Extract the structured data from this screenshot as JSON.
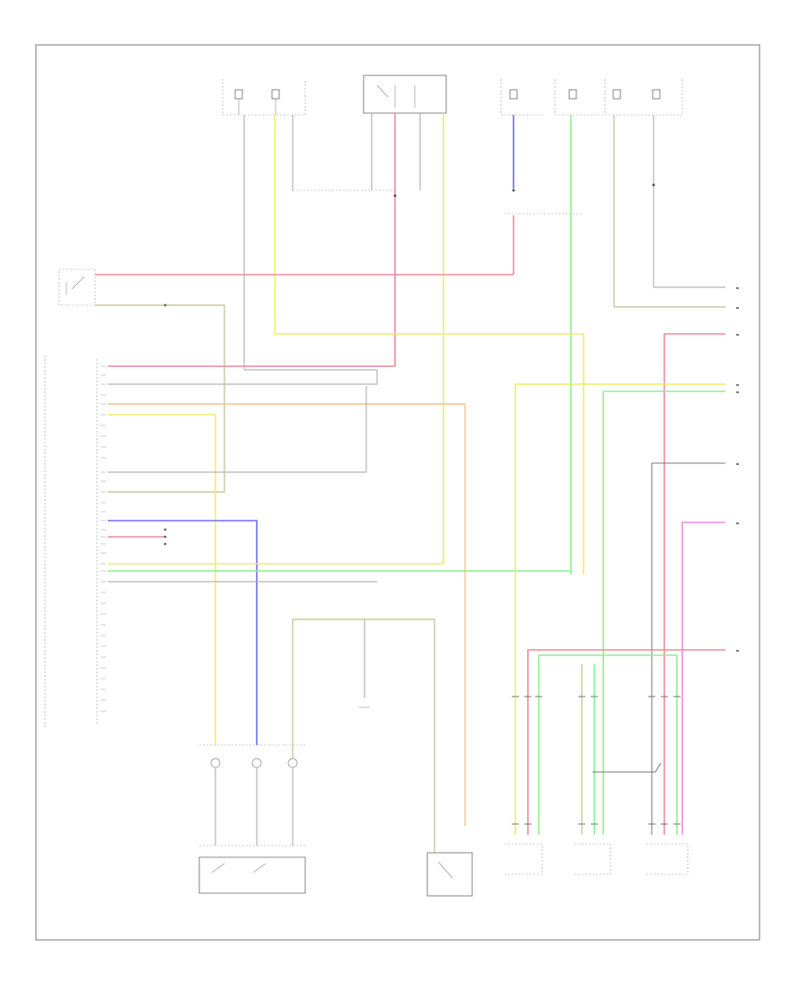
{
  "diagram": {
    "page_label": "",
    "components": [
      {
        "id": "fuse-block-1",
        "label": ""
      },
      {
        "id": "relay-box",
        "label": ""
      },
      {
        "id": "fuse-block-2",
        "label": ""
      },
      {
        "id": "fuse-block-3",
        "label": ""
      },
      {
        "id": "fuse-block-4",
        "label": ""
      },
      {
        "id": "ignition-switch",
        "label": ""
      },
      {
        "id": "control-module",
        "label": ""
      },
      {
        "id": "multifunction-switch",
        "label": ""
      },
      {
        "id": "brake-switch",
        "label": ""
      },
      {
        "id": "sensor-1",
        "label": ""
      },
      {
        "id": "sensor-2",
        "label": ""
      },
      {
        "id": "sensor-3",
        "label": ""
      }
    ]
  }
}
